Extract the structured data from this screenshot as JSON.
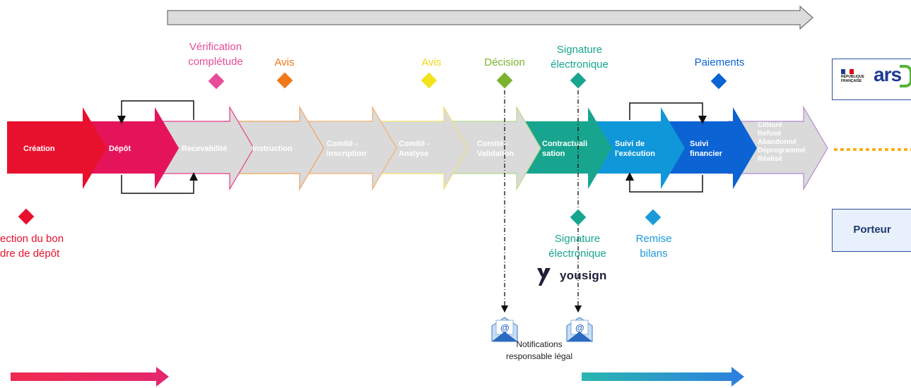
{
  "process": {
    "steps": [
      {
        "label": "Création",
        "color": "#e8112d",
        "text_color": "#ffffff"
      },
      {
        "label": "Dépôt",
        "color": "#e5145a",
        "text_color": "#ffffff"
      },
      {
        "label": "Recevabilité",
        "color": "#dadada",
        "text_color": "#ffffff",
        "outline": "#e5408a"
      },
      {
        "label": "Instruction",
        "color": "#dadada",
        "text_color": "#ffffff",
        "outline": "#f2a25e"
      },
      {
        "label": "Comité -\nInscription",
        "color": "#dadada",
        "text_color": "#ffffff",
        "outline": "#f2b070"
      },
      {
        "label": "Comité -\nAnalyse",
        "color": "#dadada",
        "text_color": "#ffffff",
        "outline": "#f0e070"
      },
      {
        "label": "Comité -\nValidation",
        "color": "#dadada",
        "text_color": "#ffffff",
        "outline": "#b7d98a"
      },
      {
        "label": "Contractuali\nsation",
        "color": "#18a58f",
        "text_color": "#ffffff"
      },
      {
        "label": "Suivi de\nl'exécution",
        "color": "#0f97d9",
        "text_color": "#ffffff"
      },
      {
        "label": "Suivi\nfinancier",
        "color": "#0b63d4",
        "text_color": "#ffffff"
      },
      {
        "label": "Clôturé\nRefusé\nAbandonné\nDéprogrammé\nRéalisé",
        "color": "#dadada",
        "text_color": "#ffffff",
        "outline": "#b58bd0"
      }
    ]
  },
  "milestones_top": [
    {
      "label": "Vérification\ncomplétude",
      "color": "#e64c9a"
    },
    {
      "label": "Avis",
      "color": "#f07818"
    },
    {
      "label": "Avis",
      "color": "#f4e21e"
    },
    {
      "label": "Décision",
      "color": "#7ab32e"
    },
    {
      "label": "Signature\nélectronique",
      "color": "#18a58f"
    },
    {
      "label": "Paiements",
      "color": "#0b63d4"
    }
  ],
  "milestones_bottom": [
    {
      "label": "ection du bon\ndre de dépôt",
      "color": "#e8112d"
    },
    {
      "label": "Signature\nélectronique",
      "color": "#18a58f"
    },
    {
      "label": "Remise\nbilans",
      "color": "#1a9ad9"
    }
  ],
  "brand": {
    "yousign": "yousign"
  },
  "notifications": {
    "label": "Notifications\nresponsable légal"
  },
  "actors": {
    "porteur": "Porteur"
  },
  "logo": {
    "republique": "RÉPUBLIQUE\nFRANÇAISE",
    "ars": "ars"
  }
}
